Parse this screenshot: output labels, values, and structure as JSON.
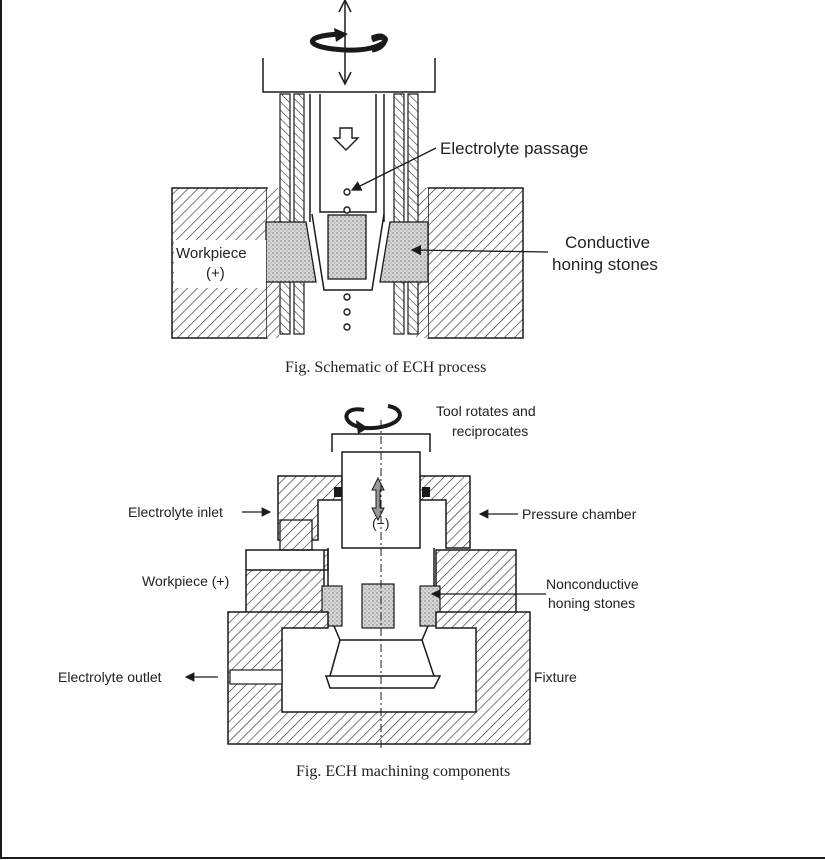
{
  "figure1": {
    "caption": "Fig. Schematic of ECH process",
    "labels": {
      "electrolyte_passage": "Electrolyte passage",
      "workpiece_line1": "Workpiece",
      "workpiece_line2": "(+)",
      "conductive_line1": "Conductive",
      "conductive_line2": "honing stones"
    }
  },
  "figure2": {
    "caption": "Fig. ECH machining components",
    "labels": {
      "tool_rotates_line1": "Tool rotates and",
      "tool_rotates_line2": "reciprocates",
      "electrolyte_inlet": "Electrolyte inlet",
      "pressure_chamber": "Pressure chamber",
      "minus": "(−)",
      "workpiece": "Workpiece (+)",
      "nonconductive_line1": "Nonconductive",
      "nonconductive_line2": "honing stones",
      "electrolyte_outlet": "Electrolyte outlet",
      "fixture": "Fixture"
    }
  },
  "colors": {
    "line": "#1a1a1a",
    "hatch": "#333333",
    "stone": "#bdbdbd"
  }
}
